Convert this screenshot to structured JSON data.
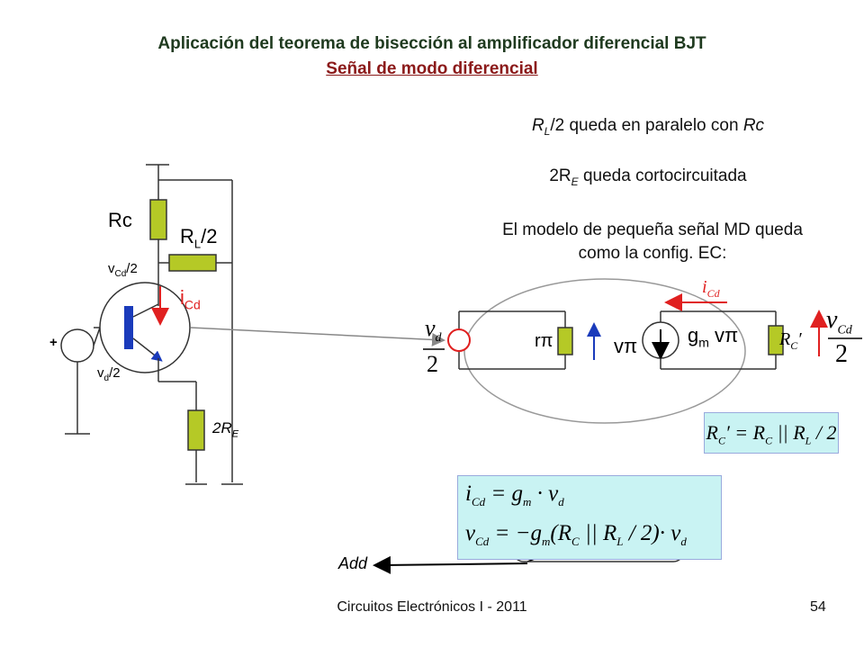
{
  "header": {
    "title": "Aplicación del teorema de bisección al amplificador diferencial BJT",
    "subtitle": "Señal de modo diferencial"
  },
  "notes": {
    "line1_sym": "R",
    "line1_sub": "L",
    "line1_rest": "/2 queda en paralelo con ",
    "line1_rc": "Rc",
    "line2_pre": "2R",
    "line2_sub": "E",
    "line2_rest": " queda cortocircuitada",
    "line3": "El modelo de pequeña señal MD queda",
    "line4": "como la config. EC:"
  },
  "left_circuit": {
    "rc_label": "Rc",
    "rl_label_main": "R",
    "rl_label_sub": "L",
    "rl_label_rest": "/2",
    "vcd_main": "v",
    "vcd_sub": "Cd",
    "vcd_rest": "/2",
    "icd_main": "i",
    "icd_sub": "Cd",
    "plus": "+",
    "vd_main": "v",
    "vd_sub": "d",
    "vd_rest": "/2",
    "re_main": "2R",
    "re_sub": "E"
  },
  "model": {
    "vd_num": "v",
    "vd_num_sub": "d",
    "vd_den": "2",
    "rpi_label": "r",
    "pi": "π",
    "vpi_label": "v",
    "gm_label": "g",
    "gm_sub": "m",
    "gm_v": " v",
    "icd_main": "i",
    "icd_sub": "Cd",
    "rc_prime": "R",
    "rc_prime_sub": "C",
    "prime": "′",
    "vcd_num": "v",
    "vcd_num_sub": "Cd",
    "vcd_den": "2"
  },
  "equations": {
    "rc_def": "R",
    "rc_def_sub": "C",
    "rc_def_rest": "′ = R",
    "rc_def_sub2": "C",
    "rc_def_tail": " || R",
    "rc_def_sub3": "L",
    "rc_def_end": " / 2",
    "eq1_i": "i",
    "eq1_isub": "Cd",
    "eq1_rest": " = g",
    "eq1_msub": "m",
    "eq1_tail": " · v",
    "eq1_dsub": "d",
    "eq2_v": "v",
    "eq2_vsub": "Cd",
    "eq2_rest": " = −g",
    "eq2_msub": "m",
    "eq2_paren": "(R",
    "eq2_csub": "C",
    "eq2_par": " || R",
    "eq2_lsub": "L",
    "eq2_close": " / 2)· v",
    "eq2_dsub": "d",
    "add_label": "Add"
  },
  "footer": {
    "course": "Circuitos Electrónicos I - 2011",
    "page": "54"
  },
  "colors": {
    "resistor_fill": "#b5c926",
    "arrow_red": "#e02020",
    "title_green": "#1f3a1f",
    "subtitle_red": "#8b1a1a",
    "eq_box": "#c9f3f3"
  }
}
